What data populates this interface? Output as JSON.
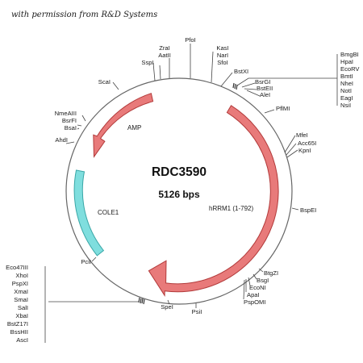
{
  "credit": "with permission from R&D Systems",
  "plasmid": {
    "name": "RDC3590",
    "size": "5126 bps"
  },
  "features": {
    "amp": "AMP",
    "hrrm1": "hRRM1 (1-792)",
    "cole1": "COLE1"
  },
  "sites": {
    "pfoi": "PfoI",
    "zrai": "ZraI",
    "aatii": "AatII",
    "sspi": "SspI",
    "kasi": "KasI",
    "nari": "NarI",
    "sfoi": "SfoI",
    "bstxi": "BstXI",
    "bsrgi": "BsrGI",
    "bsteii": "BstEII",
    "alei": "AleI",
    "pflmi": "PflMI",
    "mfei": "MfeI",
    "acc65i": "Acc65I",
    "kpni": "KpnI",
    "bspei": "BspEI",
    "btgzi": "BtgZI",
    "bsgi": "BsgI",
    "econi": "EcoNI",
    "apai": "ApaI",
    "pspomi": "PspOMI",
    "psii": "PsiI",
    "spei": "SpeI",
    "pcii": "PciI",
    "ahdi": "AhdI",
    "bsai": "BsaI",
    "bsrfi": "BsrFI",
    "nmeaiii": "NmeAIII",
    "scai": "ScaI"
  },
  "right_cluster": [
    "BmgBI",
    "HpaI",
    "EcoRV",
    "BmtI",
    "NheI",
    "NotI",
    "EagI",
    "NsiI"
  ],
  "left_cluster": [
    "Eco47III",
    "XhoI",
    "PspXI",
    "XmaI",
    "SmaI",
    "SalI",
    "XbaI",
    "BstZ17I",
    "BssHII",
    "AscI"
  ],
  "colors": {
    "backbone": "#666666",
    "arrow_fill": "#e87a7a",
    "arrow_stroke": "#b23a3a",
    "ori_fill": "#7fdede",
    "ori_stroke": "#3aa7a7"
  }
}
